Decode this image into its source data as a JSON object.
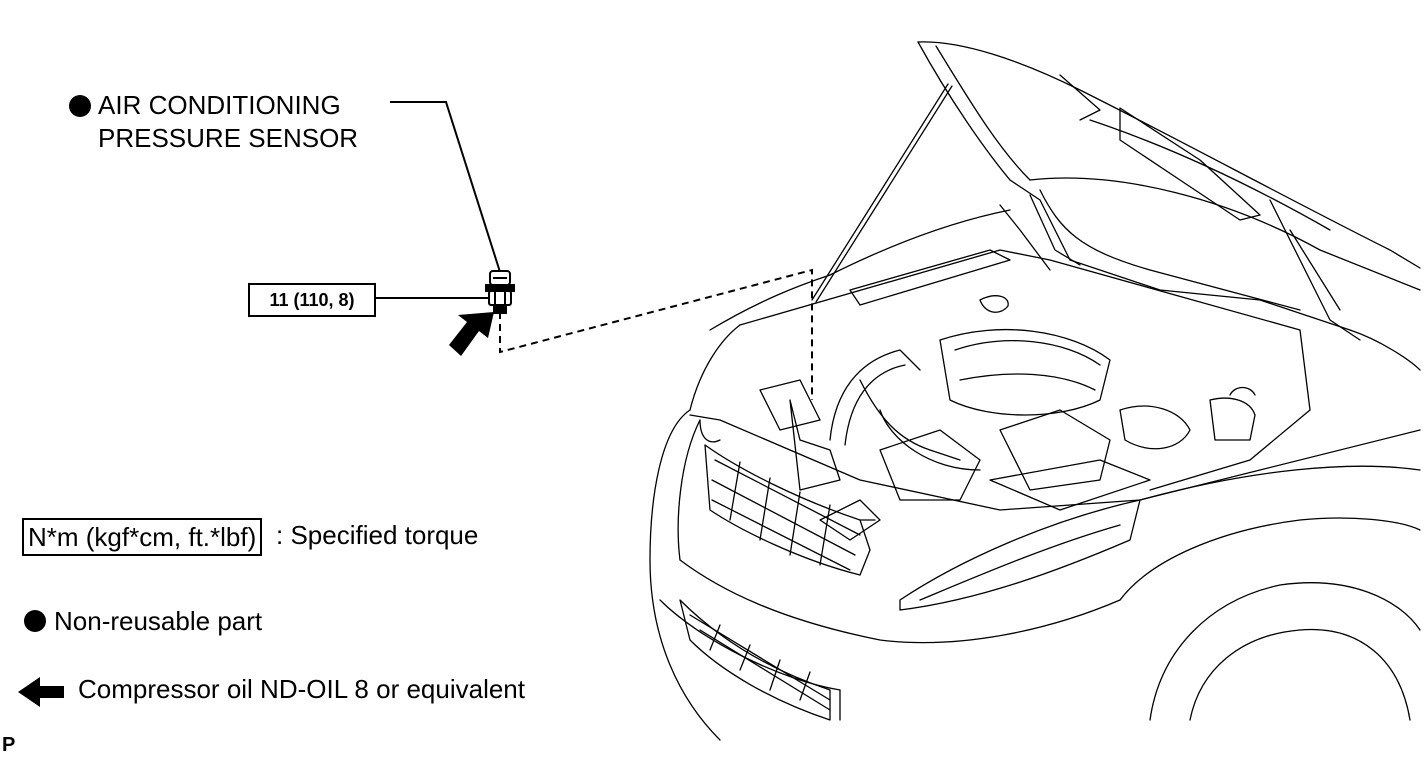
{
  "part": {
    "name_line1": "AIR CONDITIONING",
    "name_line2": "PRESSURE SENSOR",
    "torque": "11 (110, 8)"
  },
  "legend": {
    "torque_box": "N*m (kgf*cm, ft.*lbf)",
    "torque_desc": ": Specified torque",
    "nonreusable": "Non-reusable part",
    "oil": "Compressor oil ND-OIL 8 or equivalent"
  },
  "footer_code": "P",
  "colors": {
    "ink": "#000000",
    "paper": "#ffffff"
  }
}
